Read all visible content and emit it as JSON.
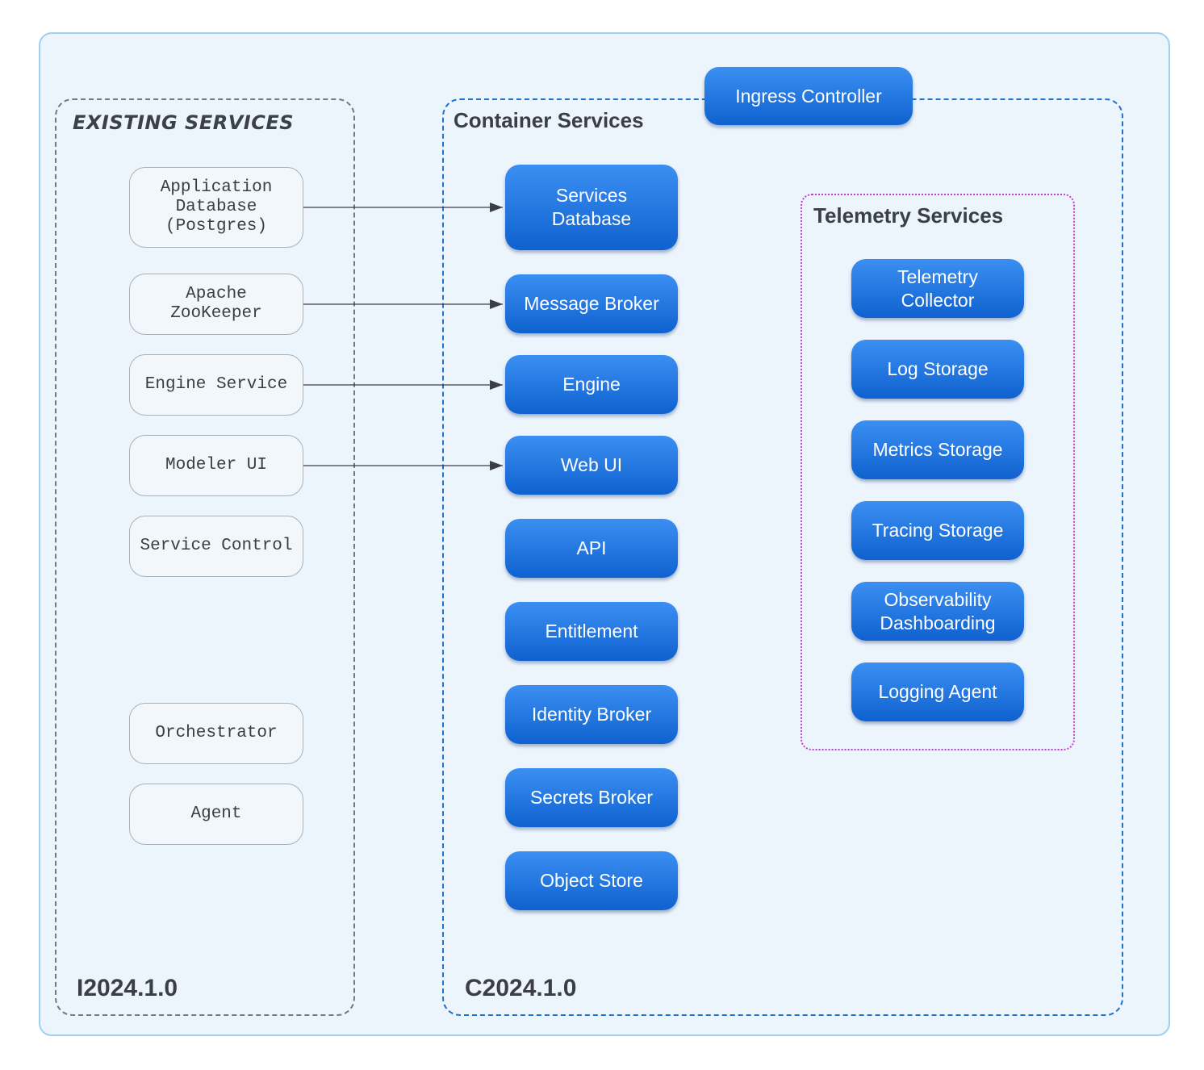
{
  "groups": {
    "existing": {
      "title": "EXISTING SERVICES",
      "version": "I2024.1.0"
    },
    "container": {
      "title": "Container Services",
      "version": "C2024.1.0"
    },
    "telemetry": {
      "title": "Telemetry Services"
    }
  },
  "existing_services": [
    "Application\nDatabase\n(Postgres)",
    "Apache\nZooKeeper",
    "Engine Service",
    "Modeler UI",
    "Service Control",
    "Orchestrator",
    "Agent"
  ],
  "ingress": "Ingress Controller",
  "container_services": [
    "Services\nDatabase",
    "Message Broker",
    "Engine",
    "Web UI",
    "API",
    "Entitlement",
    "Identity Broker",
    "Secrets Broker",
    "Object Store"
  ],
  "telemetry_services": [
    "Telemetry\nCollector",
    "Log Storage",
    "Metrics Storage",
    "Tracing Storage",
    "Observability\nDashboarding",
    "Logging Agent"
  ],
  "connections": [
    {
      "from": "Application Database (Postgres)",
      "to": "Services Database"
    },
    {
      "from": "Apache ZooKeeper",
      "to": "Message Broker"
    },
    {
      "from": "Engine Service",
      "to": "Engine"
    },
    {
      "from": "Modeler UI",
      "to": "Web UI"
    }
  ],
  "colors": {
    "container_box": "#1f72c9",
    "telemetry_border": "#c53bd1",
    "existing_border": "#707883",
    "outer_border": "#9fd0f2"
  }
}
